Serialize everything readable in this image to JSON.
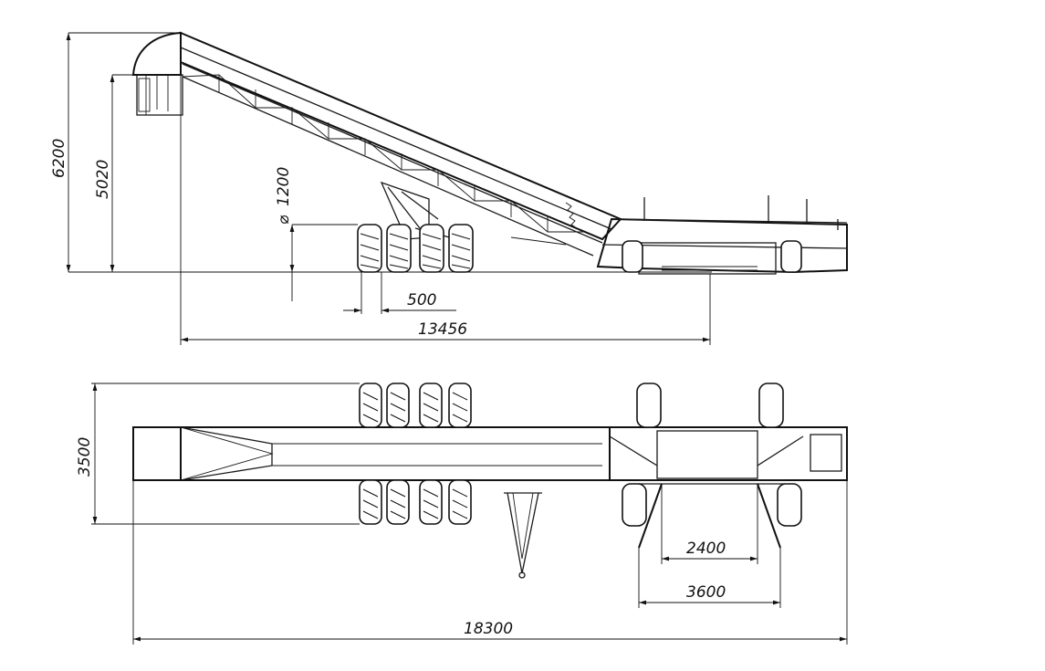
{
  "dimensions": {
    "total_height": "6200",
    "discharge_height": "5020",
    "wheel_diameter": "1200",
    "wheel_diameter_symbol": "⌀",
    "axle_spacing": "500",
    "side_length": "13456",
    "width": "3500",
    "inner_track": "2400",
    "outer_track": "3600",
    "overall_length": "18300"
  }
}
